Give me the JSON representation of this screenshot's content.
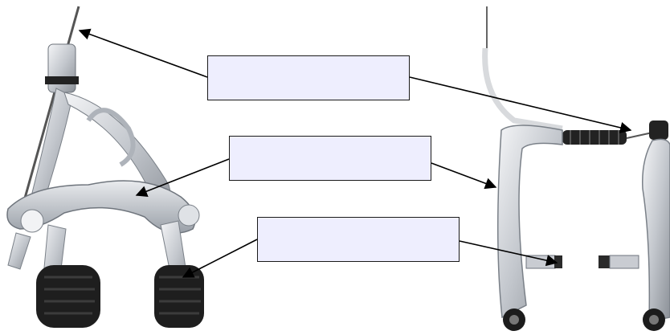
{
  "diagram": {
    "labels": [
      {
        "id": "cable",
        "text": ""
      },
      {
        "id": "arm",
        "text": ""
      },
      {
        "id": "pad",
        "text": ""
      }
    ],
    "colors": {
      "box_fill": "#eeeefe",
      "box_border": "#1a1a1a",
      "metal": "#c9ccd2",
      "metal_dark": "#8d939b",
      "rubber": "#1c1c1c",
      "arrow": "#000000"
    },
    "parts": [
      "caliper-brake",
      "v-brake"
    ]
  }
}
